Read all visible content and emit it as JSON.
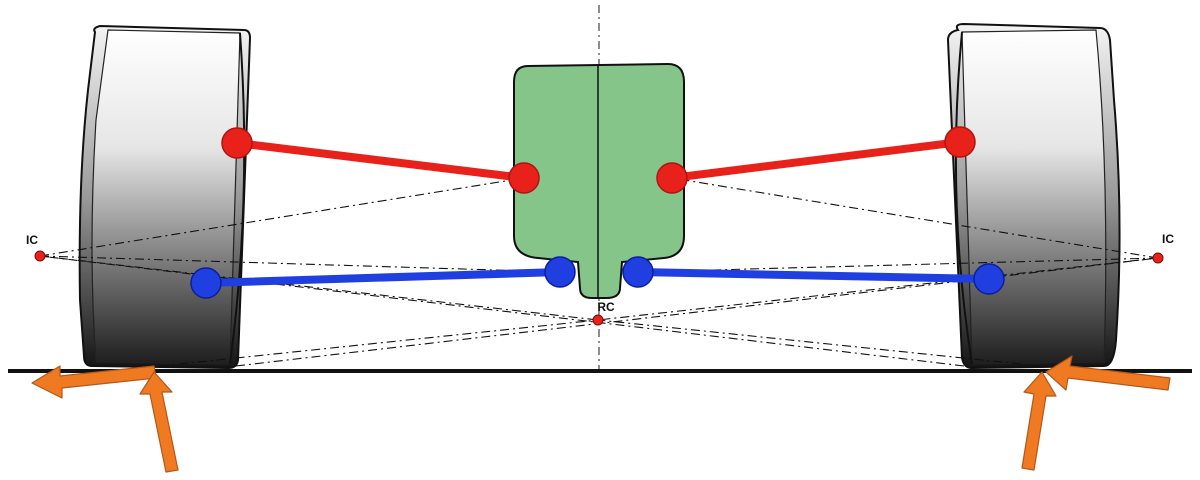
{
  "labels": {
    "ic_left": "IC",
    "ic_right": "IC",
    "rc": "RC"
  },
  "colors": {
    "upper_arm": "#e8211a",
    "lower_arm": "#1f3fe0",
    "chassis": "#86c58a",
    "force_arrow": "#f07a22",
    "roll_center": "#e8211a",
    "ground": "#111111"
  }
}
